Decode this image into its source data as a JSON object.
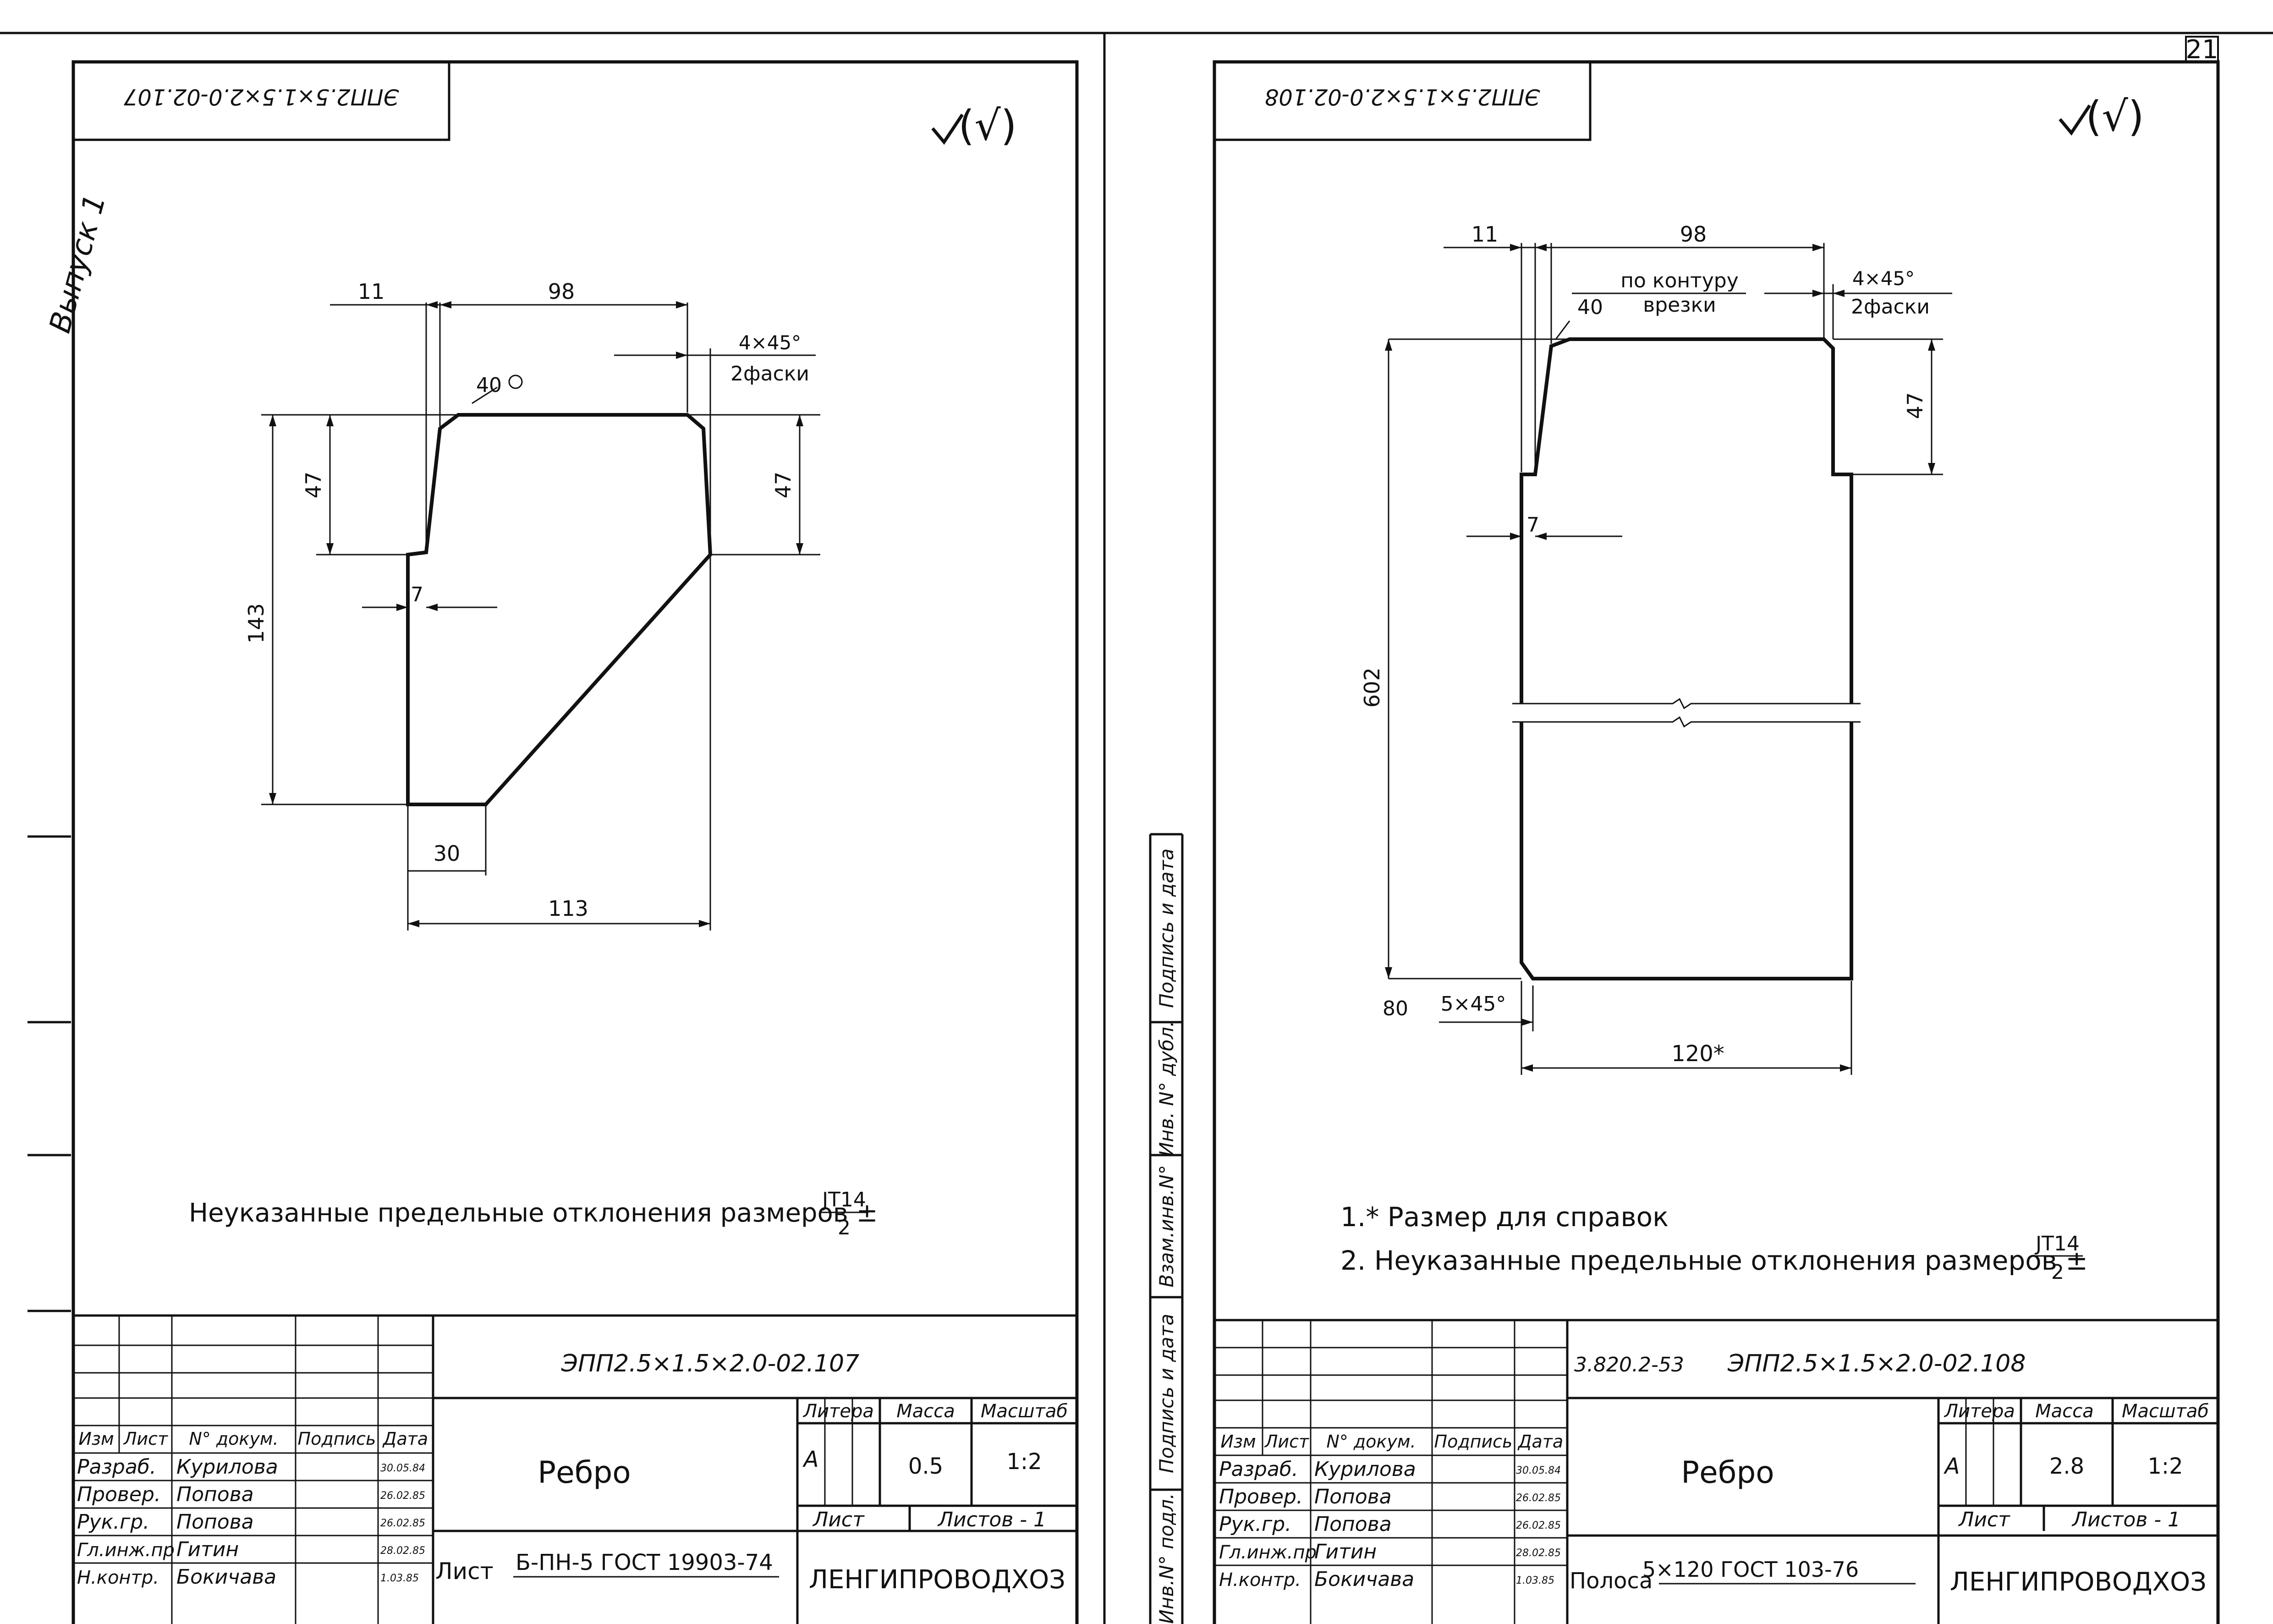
{
  "page_number": "21",
  "issue_label": "Выпуск 1",
  "vertical_stamp_labels": [
    "Подпись и дата",
    "Взам.инв.N°",
    "Инв. N° дубл.",
    "Подпись и дата",
    "Инв.N° подл."
  ],
  "left_sheet": {
    "top_code_mirrored": "ЭПП2.5×1.5×2.0-02.107",
    "roughness_mark": "(√)",
    "drawing": {
      "dim_11": "11",
      "dim_98": "98",
      "chamfer": "4×45°",
      "chamfer_note": "2фаски",
      "radius_40": "40",
      "dim_47_left": "47",
      "dim_47_right": "47",
      "dim_7": "7",
      "dim_143": "143",
      "dim_30": "30",
      "dim_113": "113"
    },
    "note": "Неуказанные предельные отклонения размеров ±",
    "note_fraction_top": "JT14",
    "note_fraction_bottom": "2",
    "title_block": {
      "doc_code": "ЭПП2.5×1.5×2.0-02.107",
      "name": "Ребро",
      "headers": [
        "Изм",
        "Лист",
        "N° докум.",
        "Подпись",
        "Дата"
      ],
      "rows": [
        {
          "role": "Разраб.",
          "name": "Курилова",
          "date": "30.05.84"
        },
        {
          "role": "Провер.",
          "name": "Попова",
          "date": "26.02.85"
        },
        {
          "role": "Рук.гр.",
          "name": "Попова",
          "date": "26.02.85"
        },
        {
          "role": "Гл.инж.пр",
          "name": "Гитин",
          "date": "28.02.85"
        },
        {
          "role": "Н.контр.",
          "name": "Бокичава",
          "date": "1.03.85"
        }
      ],
      "litera_label": "Литера",
      "litera_value": "А",
      "mass_label": "Масса",
      "mass_value": "0.5",
      "scale_label": "Масштаб",
      "scale_value": "1:2",
      "sheet_label": "Лист",
      "sheets_label": "Листов - 1",
      "material_prefix": "Лист",
      "material": "Б-ПН-5 ГОСТ 19903-74",
      "organization": "ЛЕНГИПРОВОДХОЗ"
    }
  },
  "right_sheet": {
    "top_code_mirrored": "ЭПП2.5×1.5×2.0-02.108",
    "roughness_mark": "(√)",
    "drawing": {
      "dim_11": "11",
      "dim_98": "98",
      "contour_note_1": "по контуру",
      "contour_note_2": "врезки",
      "radius_40": "40",
      "chamfer": "4×45°",
      "chamfer_note": "2фаски",
      "dim_47": "47",
      "dim_7": "7",
      "dim_602": "602",
      "dim_80": "80",
      "chamfer_bottom": "5×45°",
      "dim_120": "120*"
    },
    "note_1": "1.* Размер для справок",
    "note_2": "2. Неуказанные предельные отклонения размеров ±",
    "note_fraction_top": "JT14",
    "note_fraction_bottom": "2",
    "title_block": {
      "series_code": "3.820.2-53",
      "doc_code": "ЭПП2.5×1.5×2.0-02.108",
      "name": "Ребро",
      "headers": [
        "Изм",
        "Лист",
        "N° докум.",
        "Подпись",
        "Дата"
      ],
      "rows": [
        {
          "role": "Разраб.",
          "name": "Курилова",
          "date": "30.05.84"
        },
        {
          "role": "Провер.",
          "name": "Попова",
          "date": "26.02.85"
        },
        {
          "role": "Рук.гр.",
          "name": "Попова",
          "date": "26.02.85"
        },
        {
          "role": "Гл.инж.пр",
          "name": "Гитин",
          "date": "28.02.85"
        },
        {
          "role": "Н.контр.",
          "name": "Бокичава",
          "date": "1.03.85"
        }
      ],
      "litera_label": "Литера",
      "litera_value": "А",
      "mass_label": "Масса",
      "mass_value": "2.8",
      "scale_label": "Масштаб",
      "scale_value": "1:2",
      "sheet_label": "Лист",
      "sheets_label": "Листов - 1",
      "material_prefix": "Полоса",
      "material": "5×120 ГОСТ 103-76",
      "organization": "ЛЕНГИПРОВОДХОЗ"
    }
  }
}
